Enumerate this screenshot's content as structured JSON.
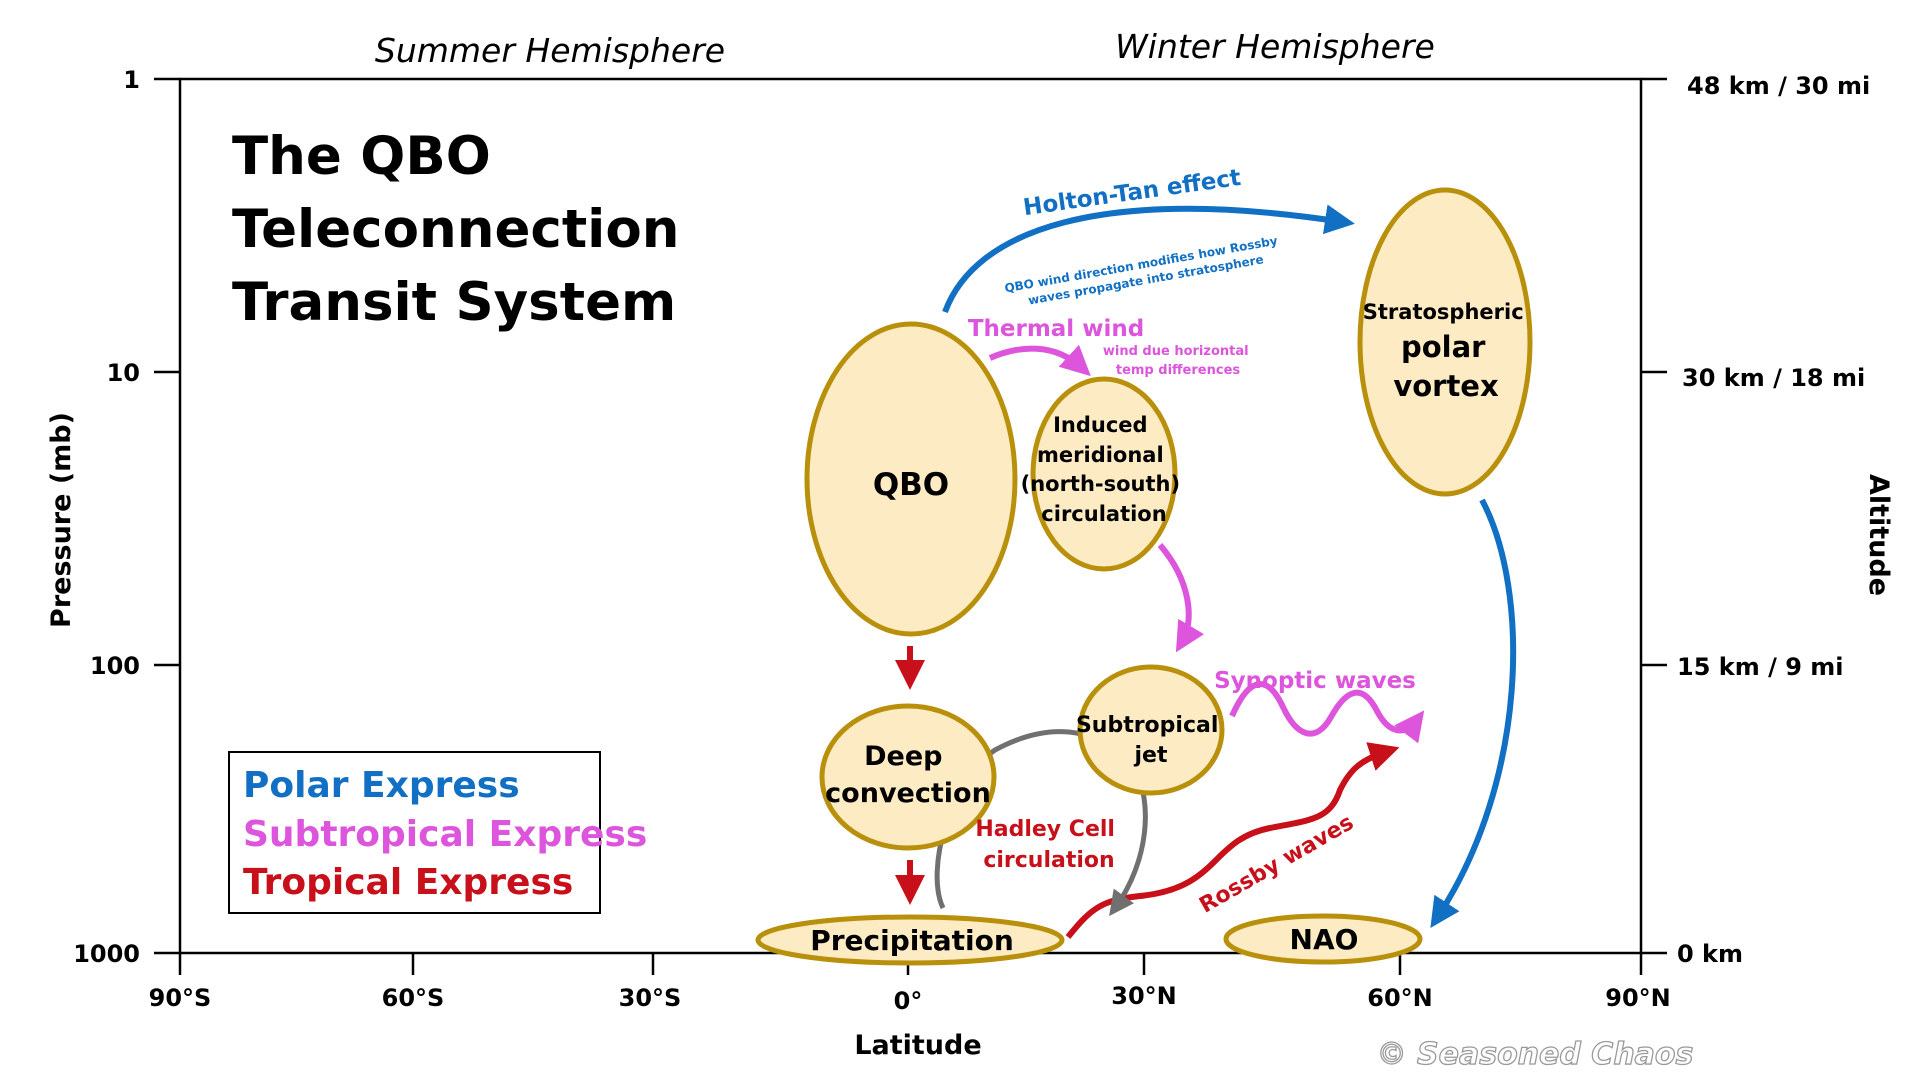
{
  "hemispheres": {
    "summer": "Summer Hemisphere",
    "winter": "Winter Hemisphere"
  },
  "axes": {
    "x_title": "Latitude",
    "y_left_title": "Pressure (mb)",
    "y_right_title": "Altitude",
    "x_ticks": [
      "90°S",
      "60°S",
      "30°S",
      "0°",
      "30°N",
      "60°N",
      "90°N"
    ],
    "y_left_ticks": [
      "1",
      "10",
      "100",
      "1000"
    ],
    "y_right_ticks": [
      "48 km / 30 mi",
      "30 km / 18 mi",
      "15 km / 9 mi",
      "0 km"
    ]
  },
  "title_lines": [
    "The QBO",
    "Teleconnection",
    "Transit System"
  ],
  "nodes": {
    "qbo": "QBO",
    "induced": [
      "Induced",
      "meridional",
      "(north-south)",
      "circulation"
    ],
    "polar_vortex": [
      "Stratospheric",
      "polar",
      "vortex"
    ],
    "subtropical_jet": [
      "Subtropical",
      "jet"
    ],
    "deep_convection": [
      "Deep",
      "convection"
    ],
    "precipitation": "Precipitation",
    "nao": "NAO"
  },
  "arrow_labels": {
    "holton_tan": "Holton-Tan effect",
    "holton_tan_note": [
      "QBO wind direction modifies how Rossby",
      "waves propagate into stratosphere"
    ],
    "thermal_wind": "Thermal wind",
    "thermal_wind_note": [
      "wind due horizontal",
      "temp differences"
    ],
    "synoptic_waves": "Synoptic waves",
    "hadley": [
      "Hadley Cell",
      "circulation"
    ],
    "rossby": "Rossby waves"
  },
  "legend": {
    "items": [
      {
        "label": "Polar Express",
        "color": "#1170c4"
      },
      {
        "label": "Subtropical Express",
        "color": "#dc55dc"
      },
      {
        "label": "Tropical Express",
        "color": "#c8101a"
      }
    ]
  },
  "watermark": "© Seasoned Chaos",
  "colors": {
    "polar": "#1170c4",
    "subtropical": "#dc55dc",
    "tropical": "#c8101a",
    "hadley": "#707070",
    "ellipse_fill": "#fdebc3",
    "ellipse_stroke": "#b8900c"
  }
}
